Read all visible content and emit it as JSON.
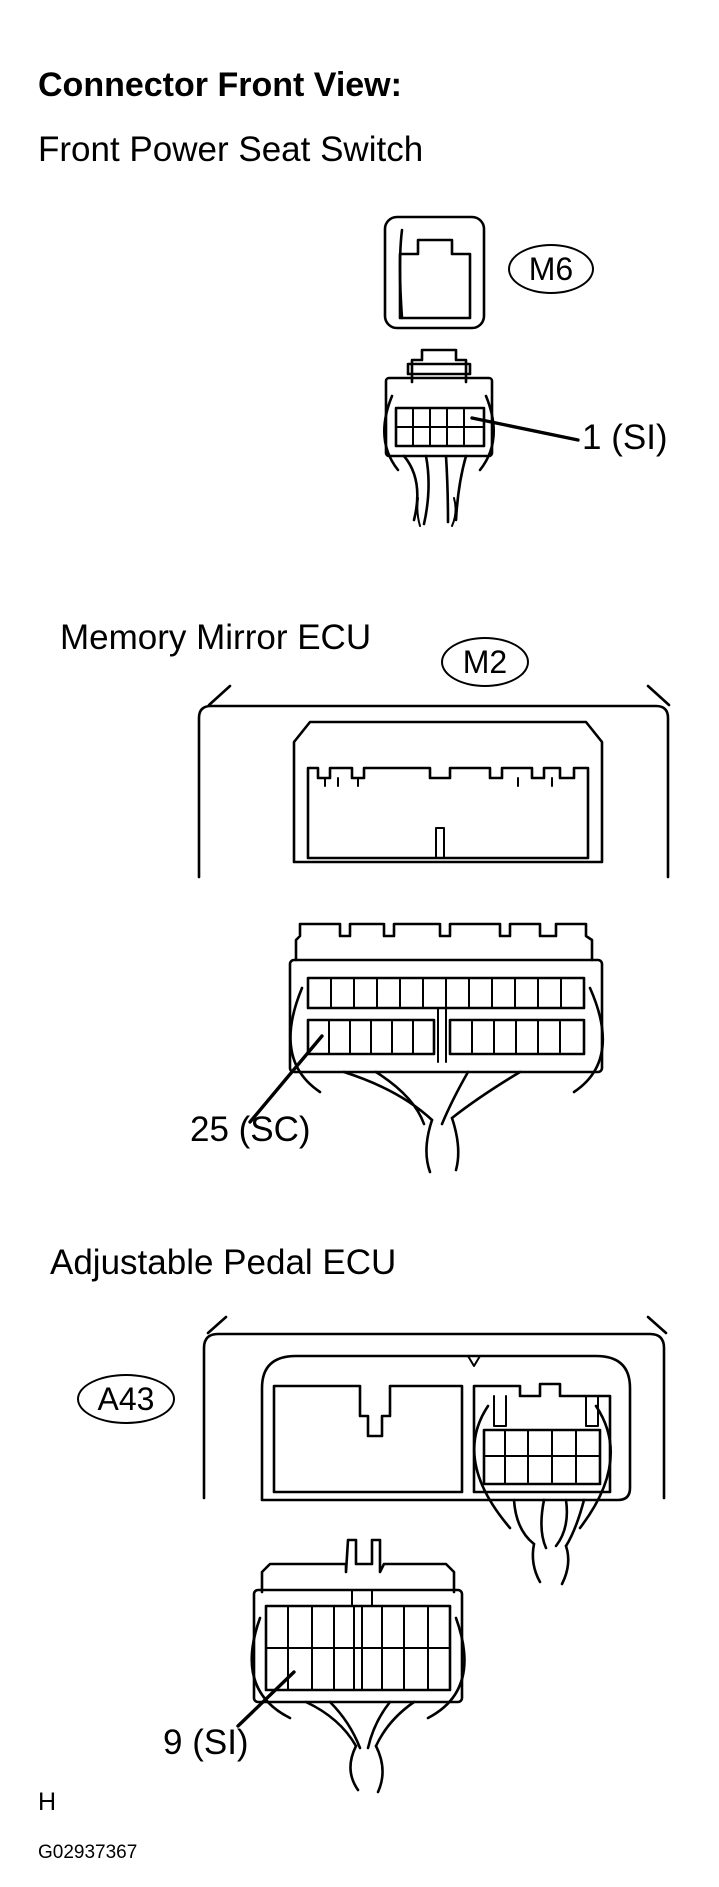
{
  "title": "Connector Front View:",
  "subtitle": "Front Power Seat Switch",
  "connectors": [
    {
      "name": "",
      "code": "M6",
      "pin_label": "1 (SI)"
    },
    {
      "name": "Memory Mirror ECU",
      "code": "M2",
      "pin_label": "25 (SC)"
    },
    {
      "name": "Adjustable Pedal ECU",
      "code": "A43",
      "pin_label": "9 (SI)"
    }
  ],
  "footer": {
    "letter": "H",
    "figure_id": "G02937367"
  }
}
